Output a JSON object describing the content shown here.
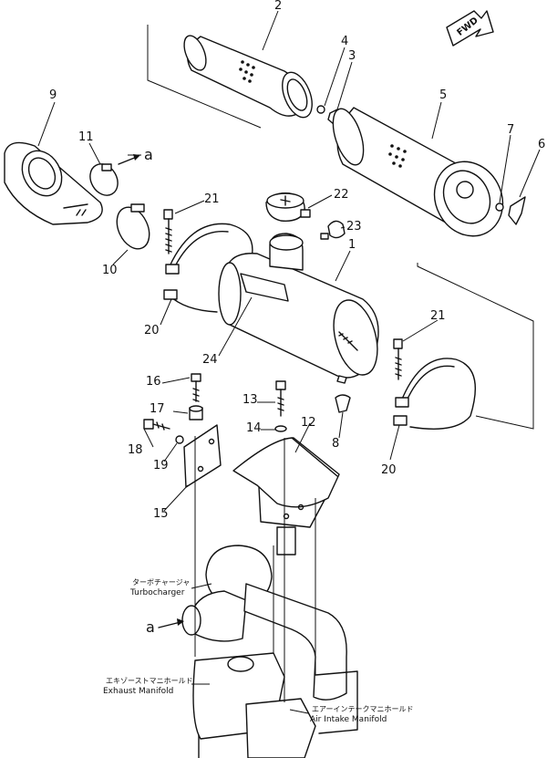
{
  "callouts": [
    {
      "id": "2",
      "text": "2"
    },
    {
      "id": "4",
      "text": "4"
    },
    {
      "id": "3",
      "text": "3"
    },
    {
      "id": "5",
      "text": "5"
    },
    {
      "id": "9",
      "text": "9"
    },
    {
      "id": "11",
      "text": "11"
    },
    {
      "id": "7",
      "text": "7"
    },
    {
      "id": "6",
      "text": "6"
    },
    {
      "id": "21a",
      "text": "21"
    },
    {
      "id": "22",
      "text": "22"
    },
    {
      "id": "23",
      "text": "23"
    },
    {
      "id": "10",
      "text": "10"
    },
    {
      "id": "1",
      "text": "1"
    },
    {
      "id": "20a",
      "text": "20"
    },
    {
      "id": "21b",
      "text": "21"
    },
    {
      "id": "24",
      "text": "24"
    },
    {
      "id": "16",
      "text": "16"
    },
    {
      "id": "13",
      "text": "13"
    },
    {
      "id": "17",
      "text": "17"
    },
    {
      "id": "14",
      "text": "14"
    },
    {
      "id": "12",
      "text": "12"
    },
    {
      "id": "18",
      "text": "18"
    },
    {
      "id": "8",
      "text": "8"
    },
    {
      "id": "19",
      "text": "19"
    },
    {
      "id": "20b",
      "text": "20"
    },
    {
      "id": "15",
      "text": "15"
    }
  ],
  "connection_mark": "a",
  "direction_label": "FWD",
  "labels": {
    "turbocharger_jp": "ターボチャージャ",
    "turbocharger_en": "Turbocharger",
    "exhaust_jp": "エキゾーストマニホールド",
    "exhaust_en": "Exhaust Manifold",
    "intake_jp": "エアーインテークマニホールド",
    "intake_en": "Air Intake Manifold"
  }
}
